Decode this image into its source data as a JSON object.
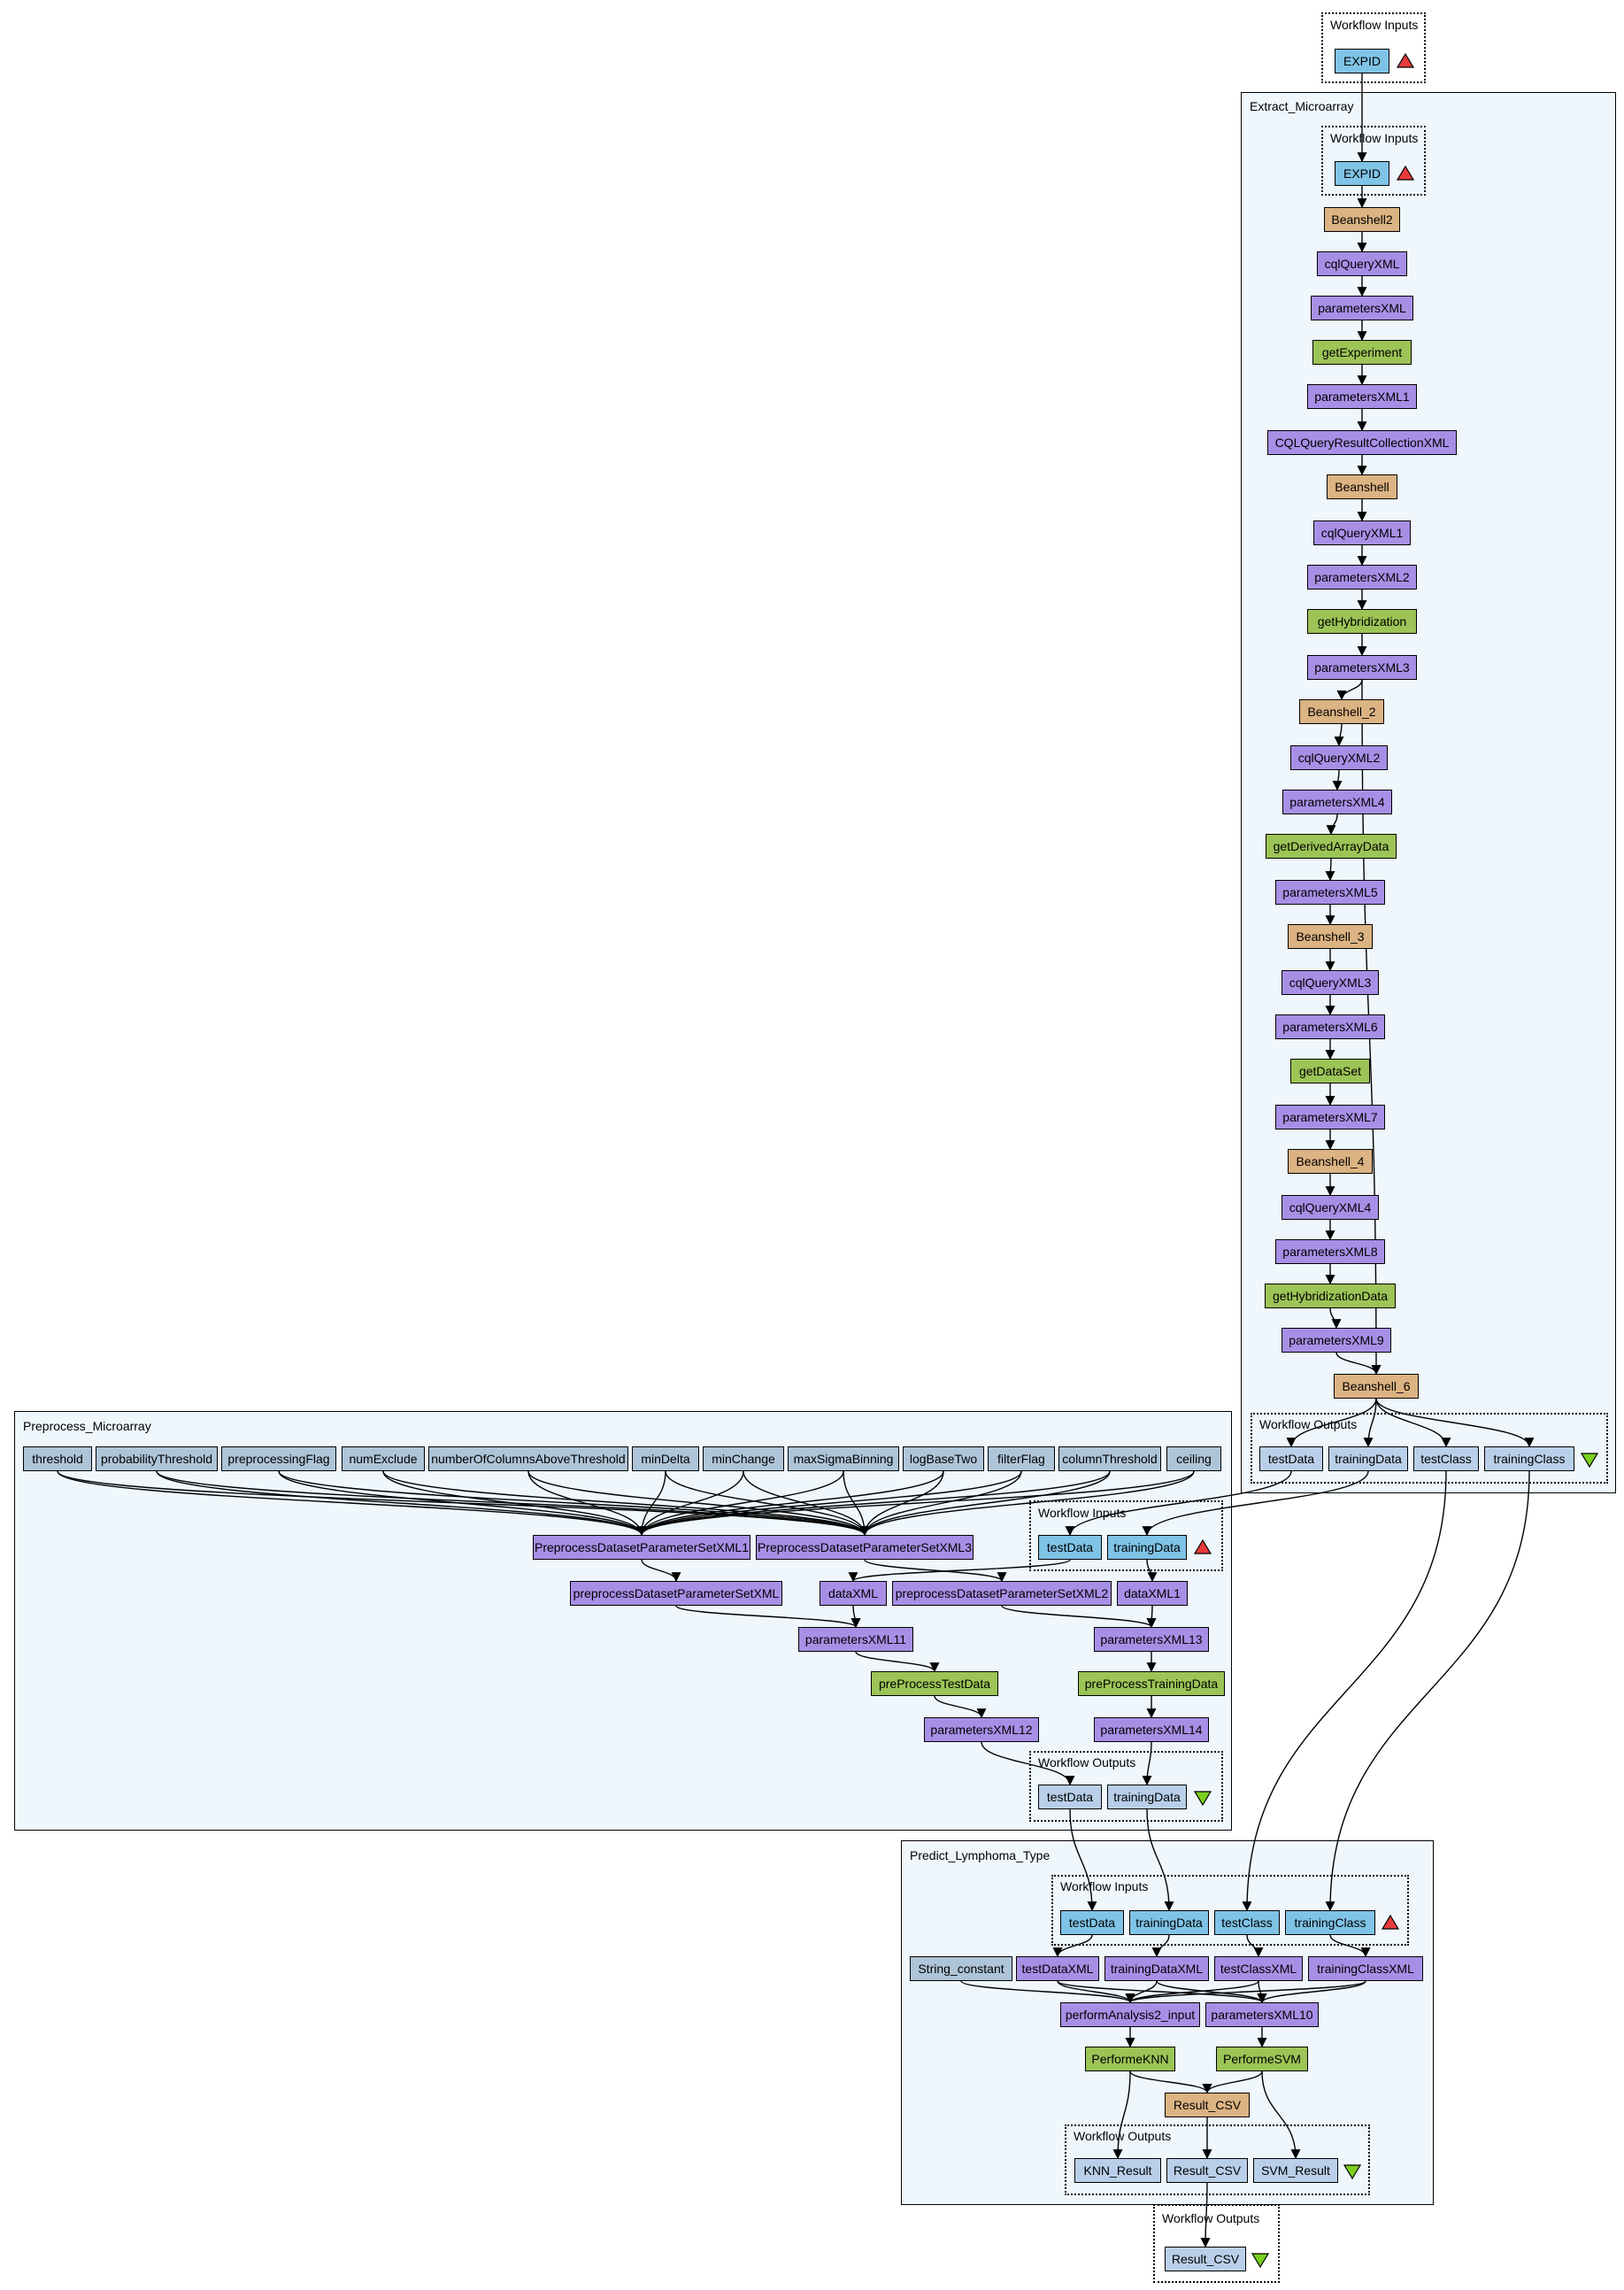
{
  "colors": {
    "cluster_bg": "#eff7fd",
    "workflow_input": "#7fc3e6",
    "workflow_output": "#b9cfe9",
    "string_constant": "#aec4d8",
    "xml_splitter": "#a88fe6",
    "beanshell": "#dcb382",
    "web_service": "#9cc456",
    "input_marker": "#e83b3b",
    "output_marker": "#7ad01e"
  },
  "icons": {
    "input_marker": "red-up-triangle",
    "output_marker": "green-down-triangle"
  },
  "top_inputs": {
    "label": "Workflow Inputs",
    "nodes": {
      "expid": "EXPID"
    }
  },
  "bottom_outputs": {
    "label": "Workflow Outputs",
    "nodes": {
      "result_csv": "Result_CSV"
    }
  },
  "extract": {
    "title": "Extract_Microarray",
    "inputs_label": "Workflow Inputs",
    "outputs_label": "Workflow Outputs",
    "nodes": {
      "expid": "EXPID",
      "beanshell2": "Beanshell2",
      "cqlQueryXML": "cqlQueryXML",
      "parametersXML": "parametersXML",
      "getExperiment": "getExperiment",
      "parametersXML1": "parametersXML1",
      "cqlqrcXML": "CQLQueryResultCollectionXML",
      "beanshell": "Beanshell",
      "cqlQueryXML1": "cqlQueryXML1",
      "parametersXML2": "parametersXML2",
      "getHybridization": "getHybridization",
      "parametersXML3": "parametersXML3",
      "beanshell_2": "Beanshell_2",
      "cqlQueryXML2": "cqlQueryXML2",
      "parametersXML4": "parametersXML4",
      "getDerivedArrayData": "getDerivedArrayData",
      "parametersXML5": "parametersXML5",
      "beanshell_3": "Beanshell_3",
      "cqlQueryXML3": "cqlQueryXML3",
      "parametersXML6": "parametersXML6",
      "getDataSet": "getDataSet",
      "parametersXML7": "parametersXML7",
      "beanshell_4": "Beanshell_4",
      "cqlQueryXML4": "cqlQueryXML4",
      "parametersXML8": "parametersXML8",
      "getHybridizationData": "getHybridizationData",
      "parametersXML9": "parametersXML9",
      "beanshell_6": "Beanshell_6",
      "out_testData": "testData",
      "out_trainingData": "trainingData",
      "out_testClass": "testClass",
      "out_trainingClass": "trainingClass"
    }
  },
  "preprocess": {
    "title": "Preprocess_Microarray",
    "inputs_label": "Workflow Inputs",
    "outputs_label": "Workflow Outputs",
    "nodes": {
      "threshold": "threshold",
      "probabilityThreshold": "probabilityThreshold",
      "preprocessingFlag": "preprocessingFlag",
      "numExclude": "numExclude",
      "numberOfColumnsAboveThreshold": "numberOfColumnsAboveThreshold",
      "minDelta": "minDelta",
      "minChange": "minChange",
      "maxSigmaBinning": "maxSigmaBinning",
      "logBaseTwo": "logBaseTwo",
      "filterFlag": "filterFlag",
      "columnThreshold": "columnThreshold",
      "ceiling": "ceiling",
      "ppXML1": "PreprocessDatasetParameterSetXML1",
      "ppXML3": "PreprocessDatasetParameterSetXML3",
      "in_testData": "testData",
      "in_trainingData": "trainingData",
      "ppXML": "preprocessDatasetParameterSetXML",
      "dataXML": "dataXML",
      "ppXML2": "preprocessDatasetParameterSetXML2",
      "dataXML1": "dataXML1",
      "parametersXML11": "parametersXML11",
      "parametersXML13": "parametersXML13",
      "preProcessTestData": "preProcessTestData",
      "preProcessTrainingData": "preProcessTrainingData",
      "parametersXML12": "parametersXML12",
      "parametersXML14": "parametersXML14",
      "out_testData": "testData",
      "out_trainingData": "trainingData"
    }
  },
  "predict": {
    "title": "Predict_Lymphoma_Type",
    "inputs_label": "Workflow Inputs",
    "outputs_label": "Workflow Outputs",
    "nodes": {
      "in_testData": "testData",
      "in_trainingData": "trainingData",
      "in_testClass": "testClass",
      "in_trainingClass": "trainingClass",
      "string_constant": "String_constant",
      "testDataXML": "testDataXML",
      "trainingDataXML": "trainingDataXML",
      "testClassXML": "testClassXML",
      "trainingClassXML": "trainingClassXML",
      "performAnalysis2_input": "performAnalysis2_input",
      "parametersXML10": "parametersXML10",
      "performeKNN": "PerformeKNN",
      "performeSVM": "PerformeSVM",
      "result_csv": "Result_CSV",
      "out_knn": "KNN_Result",
      "out_result_csv": "Result_CSV",
      "out_svm": "SVM_Result"
    }
  }
}
